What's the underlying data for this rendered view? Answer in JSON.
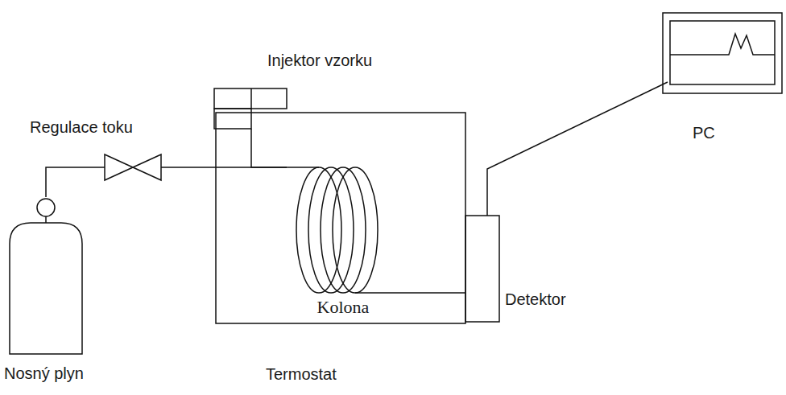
{
  "diagram": {
    "nodes": [
      {
        "text": [
          "Injektor vzorku"
        ]
      },
      {
        "text": [
          "Regulace toku"
        ]
      },
      {
        "text": [
          "PC"
        ]
      },
      {
        "text": [
          "Termostat"
        ]
      },
      {
        "text": [
          "Kolona"
        ],
        "in": 3
      },
      {
        "text": [
          "Detektor"
        ]
      },
      {
        "text": [
          "Nosný plyn"
        ]
      }
    ],
    "edges": [
      {
        "from": 6,
        "to": 1,
        "arrow": "none"
      },
      {
        "from": 1,
        "to": 4,
        "arrow": "none"
      },
      {
        "from": 0,
        "to": 4,
        "arrow": "none"
      },
      {
        "from": 4,
        "to": 5,
        "arrow": "none"
      },
      {
        "from": 5,
        "to": 2,
        "arrow": "none"
      }
    ]
  }
}
